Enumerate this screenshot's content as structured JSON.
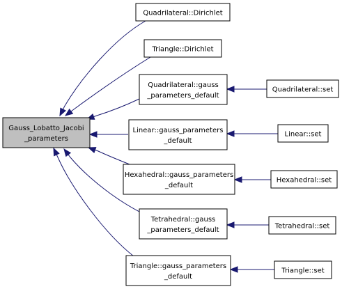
{
  "graph": {
    "root": {
      "id": "gauss",
      "lines": [
        "Gauss_Lobatto_Jacobi",
        "_parameters"
      ]
    },
    "callers": [
      {
        "id": "quad_dirichlet",
        "lines": [
          "Quadrilateral::Dirichlet"
        ]
      },
      {
        "id": "tri_dirichlet",
        "lines": [
          "Triangle::Dirichlet"
        ]
      },
      {
        "id": "quad_gpd",
        "lines": [
          "Quadrilateral::gauss",
          "_parameters_default"
        ]
      },
      {
        "id": "lin_gpd",
        "lines": [
          "Linear::gauss_parameters",
          "_default"
        ]
      },
      {
        "id": "hex_gpd",
        "lines": [
          "Hexahedral::gauss_parameters",
          "_default"
        ]
      },
      {
        "id": "tet_gpd",
        "lines": [
          "Tetrahedral::gauss",
          "_parameters_default"
        ]
      },
      {
        "id": "tri_gpd",
        "lines": [
          "Triangle::gauss_parameters",
          "_default"
        ]
      }
    ],
    "setters": [
      {
        "id": "quad_set",
        "lines": [
          "Quadrilateral::set"
        ],
        "calls": "quad_gpd"
      },
      {
        "id": "lin_set",
        "lines": [
          "Linear::set"
        ],
        "calls": "lin_gpd"
      },
      {
        "id": "hex_set",
        "lines": [
          "Hexahedral::set"
        ],
        "calls": "hex_gpd"
      },
      {
        "id": "tet_set",
        "lines": [
          "Tetrahedral::set"
        ],
        "calls": "tet_gpd"
      },
      {
        "id": "tri_set",
        "lines": [
          "Triangle::set"
        ],
        "calls": "tri_gpd"
      }
    ],
    "colors": {
      "edge": "#191970",
      "root_fill": "#bfbfbf",
      "node_fill": "#ffffff",
      "border": "#000000"
    }
  }
}
